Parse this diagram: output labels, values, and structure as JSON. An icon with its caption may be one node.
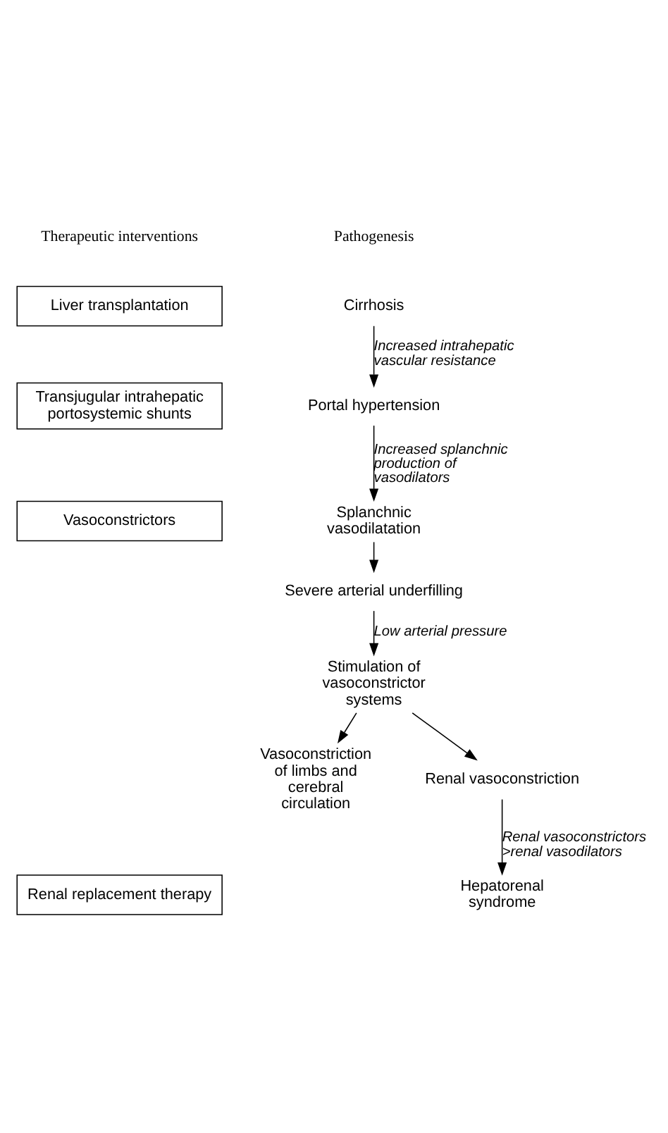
{
  "diagram": {
    "nodes": [
      {
        "text": [
          "Liver transplantation"
        ]
      },
      {
        "text": [
          "Transjugular intrahepatic portosystemic shunts"
        ]
      },
      {
        "text": [
          "Vasoconstrictors"
        ]
      },
      {
        "text": [
          "Renal replacement therapy"
        ]
      },
      {
        "text": [
          "Cirrhosis"
        ]
      },
      {
        "text": [
          "Portal hypertension"
        ]
      },
      {
        "text": [
          "Splanchnic vasodilatation"
        ]
      },
      {
        "text": [
          "Severe arterial underfilling"
        ]
      },
      {
        "text": [
          "Stimulation of vasoconstrictor systems"
        ]
      },
      {
        "text": [
          "Vasoconstriction of limbs and cerebral circulation"
        ]
      },
      {
        "text": [
          "Renal vasoconstriction"
        ]
      },
      {
        "text": [
          "Hepatorenal syndrome"
        ]
      }
    ],
    "edges": [
      {
        "from": 4,
        "to": 5,
        "arrow": "to",
        "label": "Increased intrahepatic vascular resistance"
      },
      {
        "from": 5,
        "to": 6,
        "arrow": "to",
        "label": "Increased splanchnic production of vasodilators"
      },
      {
        "from": 6,
        "to": 7,
        "arrow": "to"
      },
      {
        "from": 7,
        "to": 8,
        "arrow": "to",
        "label": "Low arterial pressure"
      },
      {
        "from": 8,
        "to": 9,
        "arrow": "to"
      },
      {
        "from": 8,
        "to": 10,
        "arrow": "to"
      },
      {
        "from": 10,
        "to": 11,
        "arrow": "to",
        "label": "Renal vasoconstrictors >renal vasodilators"
      }
    ],
    "labels": [
      "Therapeutic interventions",
      "Pathogenesis"
    ]
  }
}
